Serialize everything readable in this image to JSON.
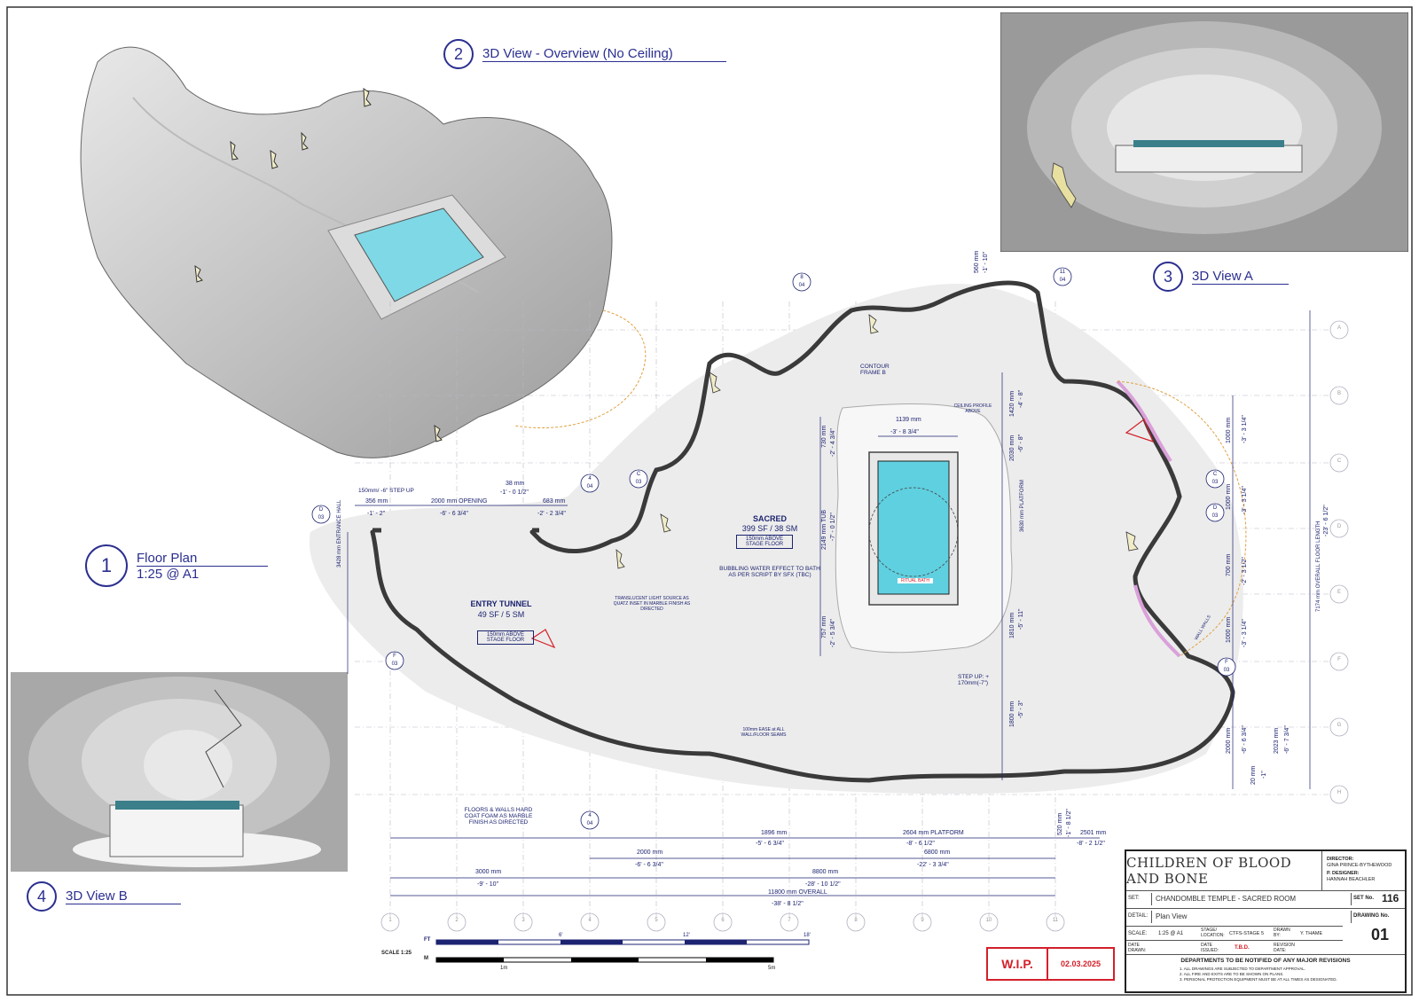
{
  "views": {
    "floor_plan": {
      "number": "1",
      "title": "Floor Plan",
      "scale": "1:25 @ A1"
    },
    "overview": {
      "number": "2",
      "title": "3D View - Overview (No Ceiling)"
    },
    "view_a": {
      "number": "3",
      "title": "3D View A"
    },
    "view_b": {
      "number": "4",
      "title": "3D View B"
    }
  },
  "rooms": {
    "sacred": {
      "name": "SACRED",
      "area": "399 SF / 38 SM",
      "note": "150mm ABOVE STAGE FLOOR"
    },
    "entry": {
      "name": "ENTRY TUNNEL",
      "area": "49 SF / 5 SM",
      "note": "150mm ABOVE STAGE FLOOR"
    }
  },
  "annotations": {
    "step_up_top": "150mm/ -6\" STEP UP",
    "opening": "2000 mm OPENING",
    "bubbling": "BUBBLING WATER EFFECT TO BATH AS PER SCRIPT BY SFX (TBC)",
    "translucent": "TRANSLUCENT LIGHT SOURCE AS QUATZ INSET IN MARBLE FINISH AS DIRECTED",
    "contour": "CONTOUR FRAME B",
    "ceiling_profile": "CEILING PROFILE ABOVE",
    "ritual_bath": "RITUAL BATH",
    "step_up_bottom": "STEP UP: + 170mm(-7\")",
    "floors_walls": "FLOORS & WALLS HARD COAT FOAM AS MARBLE FINISH AS DIRECTED",
    "ease": "100mm EASE at ALL WALL/FLOOR SEAMS",
    "entrance_hall": "3428 mm ENTRANCE HALL",
    "platform_v": "3630 mm PLATFORM",
    "overall_len": "7174 mm OVERALL FLOOR LENGTH",
    "platform_h": "2604 mm PLATFORM",
    "overall_h": "11800 mm OVERALL",
    "wall_note": "WALL WALLS"
  },
  "dimensions": {
    "top": [
      {
        "mm": "356 mm",
        "imp": "-1' - 2\""
      },
      {
        "mm": "2000 mm OPENING",
        "imp": "-6' - 6 3/4\""
      },
      {
        "mm": "38 mm",
        "imp": "-1' - 0 1/2\""
      },
      {
        "mm": "683 mm",
        "imp": "-2' - 2 3/4\""
      }
    ],
    "tub": {
      "w_mm": "1139 mm",
      "w_imp": "-3' - 8 3/4\"",
      "h_mm": "2149 mm TUB",
      "h_imp": "-7' - 0 1/2\""
    },
    "left_tub": [
      {
        "mm": "730 mm",
        "imp": "-2' - 4 3/4\""
      },
      {
        "mm": "757 mm",
        "imp": "-2' - 5 3/4\""
      }
    ],
    "right_v": [
      {
        "mm": "1420 mm",
        "imp": "-4' - 8\""
      },
      {
        "mm": "2030 mm",
        "imp": "-6' - 8\""
      },
      {
        "mm": "1810 mm",
        "imp": "-5' - 11\""
      },
      {
        "mm": "1800 mm",
        "imp": "-5' - 3\""
      }
    ],
    "far_right": [
      {
        "mm": "1000 mm",
        "imp": "-3' - 3 1/4\""
      },
      {
        "mm": "1000 mm",
        "imp": "-3' - 3 1/4\""
      },
      {
        "mm": "700 mm",
        "imp": "-2' - 3 1/2\""
      },
      {
        "mm": "1000 mm",
        "imp": "-3' - 3 1/4\""
      },
      {
        "mm": "2000 mm",
        "imp": "-6' - 6 3/4\""
      },
      {
        "mm": "20 mm",
        "imp": "-1\""
      }
    ],
    "overall_imp": "-23' - 6 1/2\"",
    "bottom_row1": [
      {
        "mm": "1896 mm",
        "imp": "-5' - 6 3/4\""
      },
      {
        "mm": "2604 mm PLATFORM",
        "imp": "-8' - 6 1/2\""
      },
      {
        "mm": "2501 mm",
        "imp": "-8' - 2 1/2\""
      }
    ],
    "bottom_row2": [
      {
        "mm": "2000 mm",
        "imp": "-6' - 6 3/4\""
      },
      {
        "mm": "6800 mm",
        "imp": "-22' - 3 3/4\""
      }
    ],
    "bottom_row3": [
      {
        "mm": "3000 mm",
        "imp": "-9' - 10\""
      },
      {
        "mm": "8800 mm",
        "imp": "-28' - 10 1/2\""
      }
    ],
    "bottom_overall": {
      "mm": "11800 mm OVERALL",
      "imp": "-38' - 8 1/2\""
    },
    "right_small": [
      {
        "mm": "560 mm",
        "imp": "-1' - 10\""
      },
      {
        "mm": "2023 mm",
        "imp": "-6' - 7 3/4\""
      },
      {
        "mm": "520 mm",
        "imp": "-1' - 8 1/2\""
      }
    ]
  },
  "grid": {
    "columns": [
      "1",
      "2",
      "3",
      "4",
      "5",
      "6",
      "7",
      "8",
      "9",
      "10",
      "11"
    ],
    "rows": [
      "A",
      "B",
      "C",
      "D",
      "E",
      "F",
      "G",
      "H"
    ]
  },
  "section_markers": [
    {
      "top": "D",
      "bottom": "03"
    },
    {
      "top": "4",
      "bottom": "04"
    },
    {
      "top": "C",
      "bottom": "03"
    },
    {
      "top": "8",
      "bottom": "04"
    },
    {
      "top": "11",
      "bottom": "04"
    },
    {
      "top": "C",
      "bottom": "03"
    },
    {
      "top": "D",
      "bottom": "03"
    },
    {
      "top": "F",
      "bottom": "03"
    },
    {
      "top": "F",
      "bottom": "03"
    },
    {
      "top": "4",
      "bottom": "04"
    }
  ],
  "scale_bar": {
    "label": "SCALE 1:25",
    "ft": "FT",
    "m": "M",
    "ticks_ft": [
      "6'",
      "12'",
      "18'"
    ],
    "ticks_m": [
      "1m",
      "5m"
    ]
  },
  "stamp": {
    "status": "W.I.P.",
    "date": "02.03.2025"
  },
  "title_block": {
    "production": "CHILDREN OF BLOOD AND BONE",
    "director_label": "DIRECTOR:",
    "director": "GINA PRINCE-BYTHEWOOD",
    "pd_label": "P. DESIGNER:",
    "pd": "HANNAH BEACHLER",
    "set_label": "SET:",
    "set": "CHANDOMBLE TEMPLE - SACRED ROOM",
    "set_no_label": "SET No.",
    "set_no": "116",
    "detail_label": "DETAIL:",
    "detail": "Plan View",
    "drawing_no_label": "DRAWING No.",
    "drawing_no": "01",
    "scale_label": "SCALE:",
    "scale": "1:25 @ A1",
    "stage_label": "STAGE/ LOCATION:",
    "stage": "CTFS-STAGE 5",
    "drawn_label": "DRAWN BY:",
    "drawn": "Y. THAME",
    "date_drawn_label": "DATE DRAWN:",
    "issued_label": "DATE ISSUED:",
    "issued": "T.B.D.",
    "revision_label": "REVISION DATE:",
    "notice": "DEPARTMENTS TO BE NOTIFIED OF ANY MAJOR REVISIONS",
    "notes": [
      "1. ALL DRAWINGS ARE SUBJECTED TO DEPARTMENT APPROVAL.",
      "2. ALL FIRE AND EXITS ARE TO BE SHOWN ON PLANS.",
      "3. PERSONAL PROTECTION EQUIPMENT MUST BE AT ALL TIMES AS DESIGNATED."
    ]
  },
  "colors": {
    "ink": "#1c2370",
    "wall": "#3a3a3a",
    "water": "#5fd0e0",
    "accent_red": "#d4202a",
    "pink": "#d9a0d9",
    "orange": "#e0a040"
  }
}
